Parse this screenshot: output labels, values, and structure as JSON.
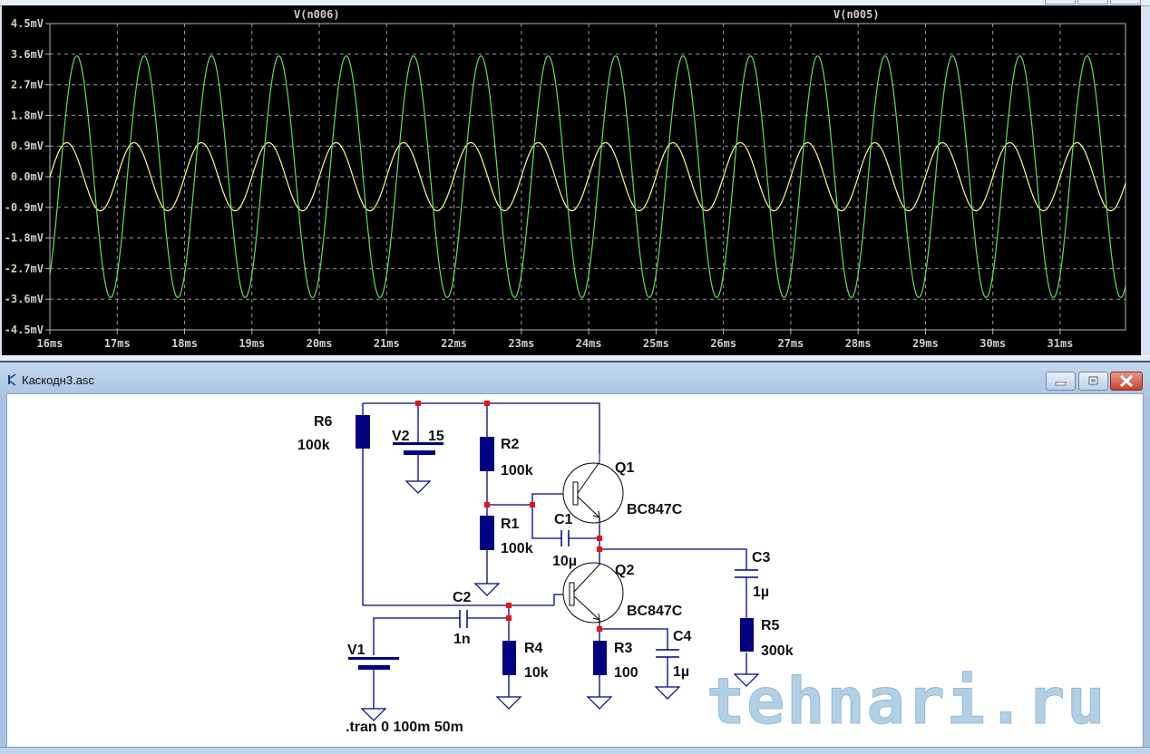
{
  "plot_window": {
    "traces": [
      {
        "name": "V(n006)",
        "color": "#ffff80"
      },
      {
        "name": "V(n005)",
        "color": "#5ee05e"
      }
    ]
  },
  "chart_data": {
    "type": "line",
    "title": "",
    "xlabel": "",
    "ylabel": "",
    "x_unit": "ms",
    "y_unit": "mV",
    "xlim": [
      16,
      31.97
    ],
    "ylim": [
      -4.5,
      4.5
    ],
    "grid": true,
    "x_ticks": [
      "16ms",
      "17ms",
      "18ms",
      "19ms",
      "20ms",
      "21ms",
      "22ms",
      "23ms",
      "24ms",
      "25ms",
      "26ms",
      "27ms",
      "28ms",
      "29ms",
      "30ms",
      "31ms"
    ],
    "x_tick_values": [
      16,
      17,
      18,
      19,
      20,
      21,
      22,
      23,
      24,
      25,
      26,
      27,
      28,
      29,
      30,
      31
    ],
    "y_ticks": [
      "4.5mV",
      "3.6mV",
      "2.7mV",
      "1.8mV",
      "0.9mV",
      "0.0mV",
      "-0.9mV",
      "-1.8mV",
      "-2.7mV",
      "-3.6mV",
      "-4.5mV"
    ],
    "y_tick_values": [
      4.5,
      3.6,
      2.7,
      1.8,
      0.9,
      0.0,
      -0.9,
      -1.8,
      -2.7,
      -3.6,
      -4.5
    ],
    "legend": "top",
    "series": [
      {
        "name": "V(n006)",
        "color": "#ffff80",
        "shape": "sine",
        "amplitude_mV": 1.0,
        "offset_mV": 0.0,
        "frequency_kHz": 1.0,
        "phase_delay_ms": 0.0
      },
      {
        "name": "V(n005)",
        "color": "#5ee05e",
        "shape": "sine",
        "amplitude_mV": 3.55,
        "offset_mV": 0.0,
        "frequency_kHz": 1.0,
        "phase_delay_ms": 0.15
      }
    ]
  },
  "schematic_window": {
    "title": "Каскодн3.asc",
    "components": {
      "R6": {
        "ref": "R6",
        "value": "100k"
      },
      "V2": {
        "ref": "V2",
        "value": "15"
      },
      "R2": {
        "ref": "R2",
        "value": "100k"
      },
      "R1": {
        "ref": "R1",
        "value": "100k"
      },
      "Q1": {
        "ref": "Q1",
        "value": "BC847C"
      },
      "Q2": {
        "ref": "Q2",
        "value": "BC847C"
      },
      "C1": {
        "ref": "C1",
        "value": "10µ"
      },
      "C2": {
        "ref": "C2",
        "value": "1n"
      },
      "C3": {
        "ref": "C3",
        "value": "1µ"
      },
      "C4": {
        "ref": "C4",
        "value": "1µ"
      },
      "R3": {
        "ref": "R3",
        "value": "100"
      },
      "R4": {
        "ref": "R4",
        "value": "10k"
      },
      "R5": {
        "ref": "R5",
        "value": "300k"
      },
      "V1": {
        "ref": "V1"
      }
    },
    "directive": ".tran 0 100m 50m",
    "watermark": "tehnari.ru"
  }
}
